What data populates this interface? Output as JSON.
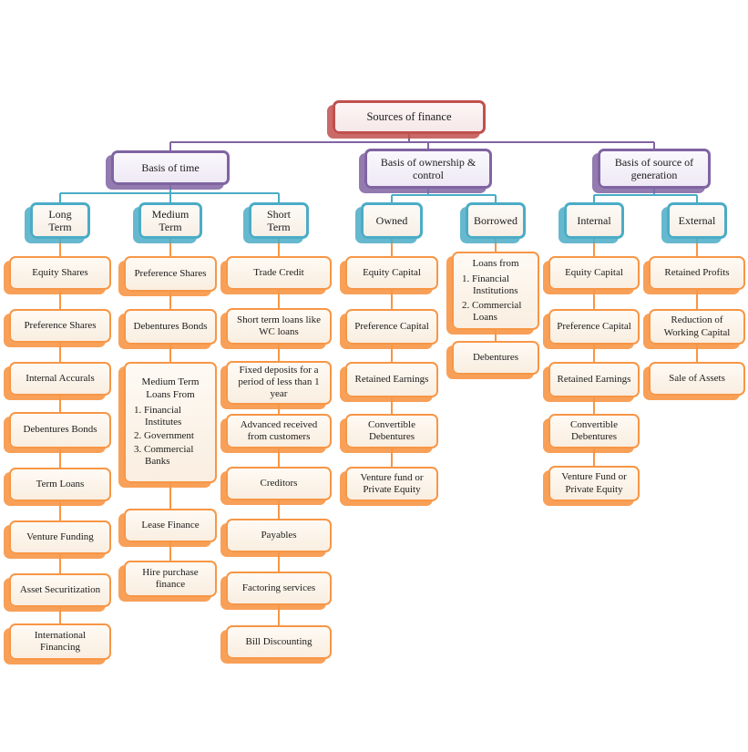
{
  "colors": {
    "root_border": "#C0504D",
    "branch_border": "#8064A2",
    "category_border": "#4BACC6",
    "item_border": "#F79646"
  },
  "root": {
    "id": "sources-of-finance",
    "label": "Sources of finance"
  },
  "branches": [
    {
      "id": "basis-of-time",
      "label": "Basis of time",
      "categories": [
        {
          "id": "long-term",
          "label": "Long Term",
          "items": [
            "Equity Shares",
            "Preference Shares",
            "Internal Accurals",
            "Debentures Bonds",
            "Term Loans",
            "Venture Funding",
            "Asset Securitization",
            "International Financing"
          ]
        },
        {
          "id": "medium-term",
          "label": "Medium Term",
          "items": [
            "Preference Shares",
            "Debentures Bonds",
            {
              "title": "Medium Term Loans From",
              "list": [
                "Financial Institutes",
                "Government",
                "Commercial Banks"
              ]
            },
            "Lease Finance",
            "Hire purchase finance"
          ]
        },
        {
          "id": "short-term",
          "label": "Short Term",
          "items": [
            "Trade Credit",
            "Short term loans like WC loans",
            "Fixed deposits for a period of less than 1 year",
            "Advanced received from customers",
            "Creditors",
            "Payables",
            "Factoring services",
            "Bill Discounting"
          ]
        }
      ]
    },
    {
      "id": "basis-of-ownership",
      "label": "Basis of ownership & control",
      "categories": [
        {
          "id": "owned",
          "label": "Owned",
          "items": [
            "Equity Capital",
            "Preference Capital",
            "Retained Earnings",
            "Convertible Debentures",
            "Venture fund or Private Equity"
          ]
        },
        {
          "id": "borrowed",
          "label": "Borrowed",
          "items": [
            {
              "title": "Loans from",
              "list": [
                "Financial Institutions",
                "Commercial Loans"
              ]
            },
            "Debentures"
          ]
        }
      ]
    },
    {
      "id": "basis-of-generation",
      "label": "Basis of source of generation",
      "categories": [
        {
          "id": "internal",
          "label": "Internal",
          "items": [
            "Equity Capital",
            "Preference Capital",
            "Retained Earnings",
            "Convertible Debentures",
            "Venture Fund or Private Equity"
          ]
        },
        {
          "id": "external",
          "label": "External",
          "items": [
            "Retained Profits",
            "Reduction of Working Capital",
            "Sale of Assets"
          ]
        }
      ]
    }
  ]
}
